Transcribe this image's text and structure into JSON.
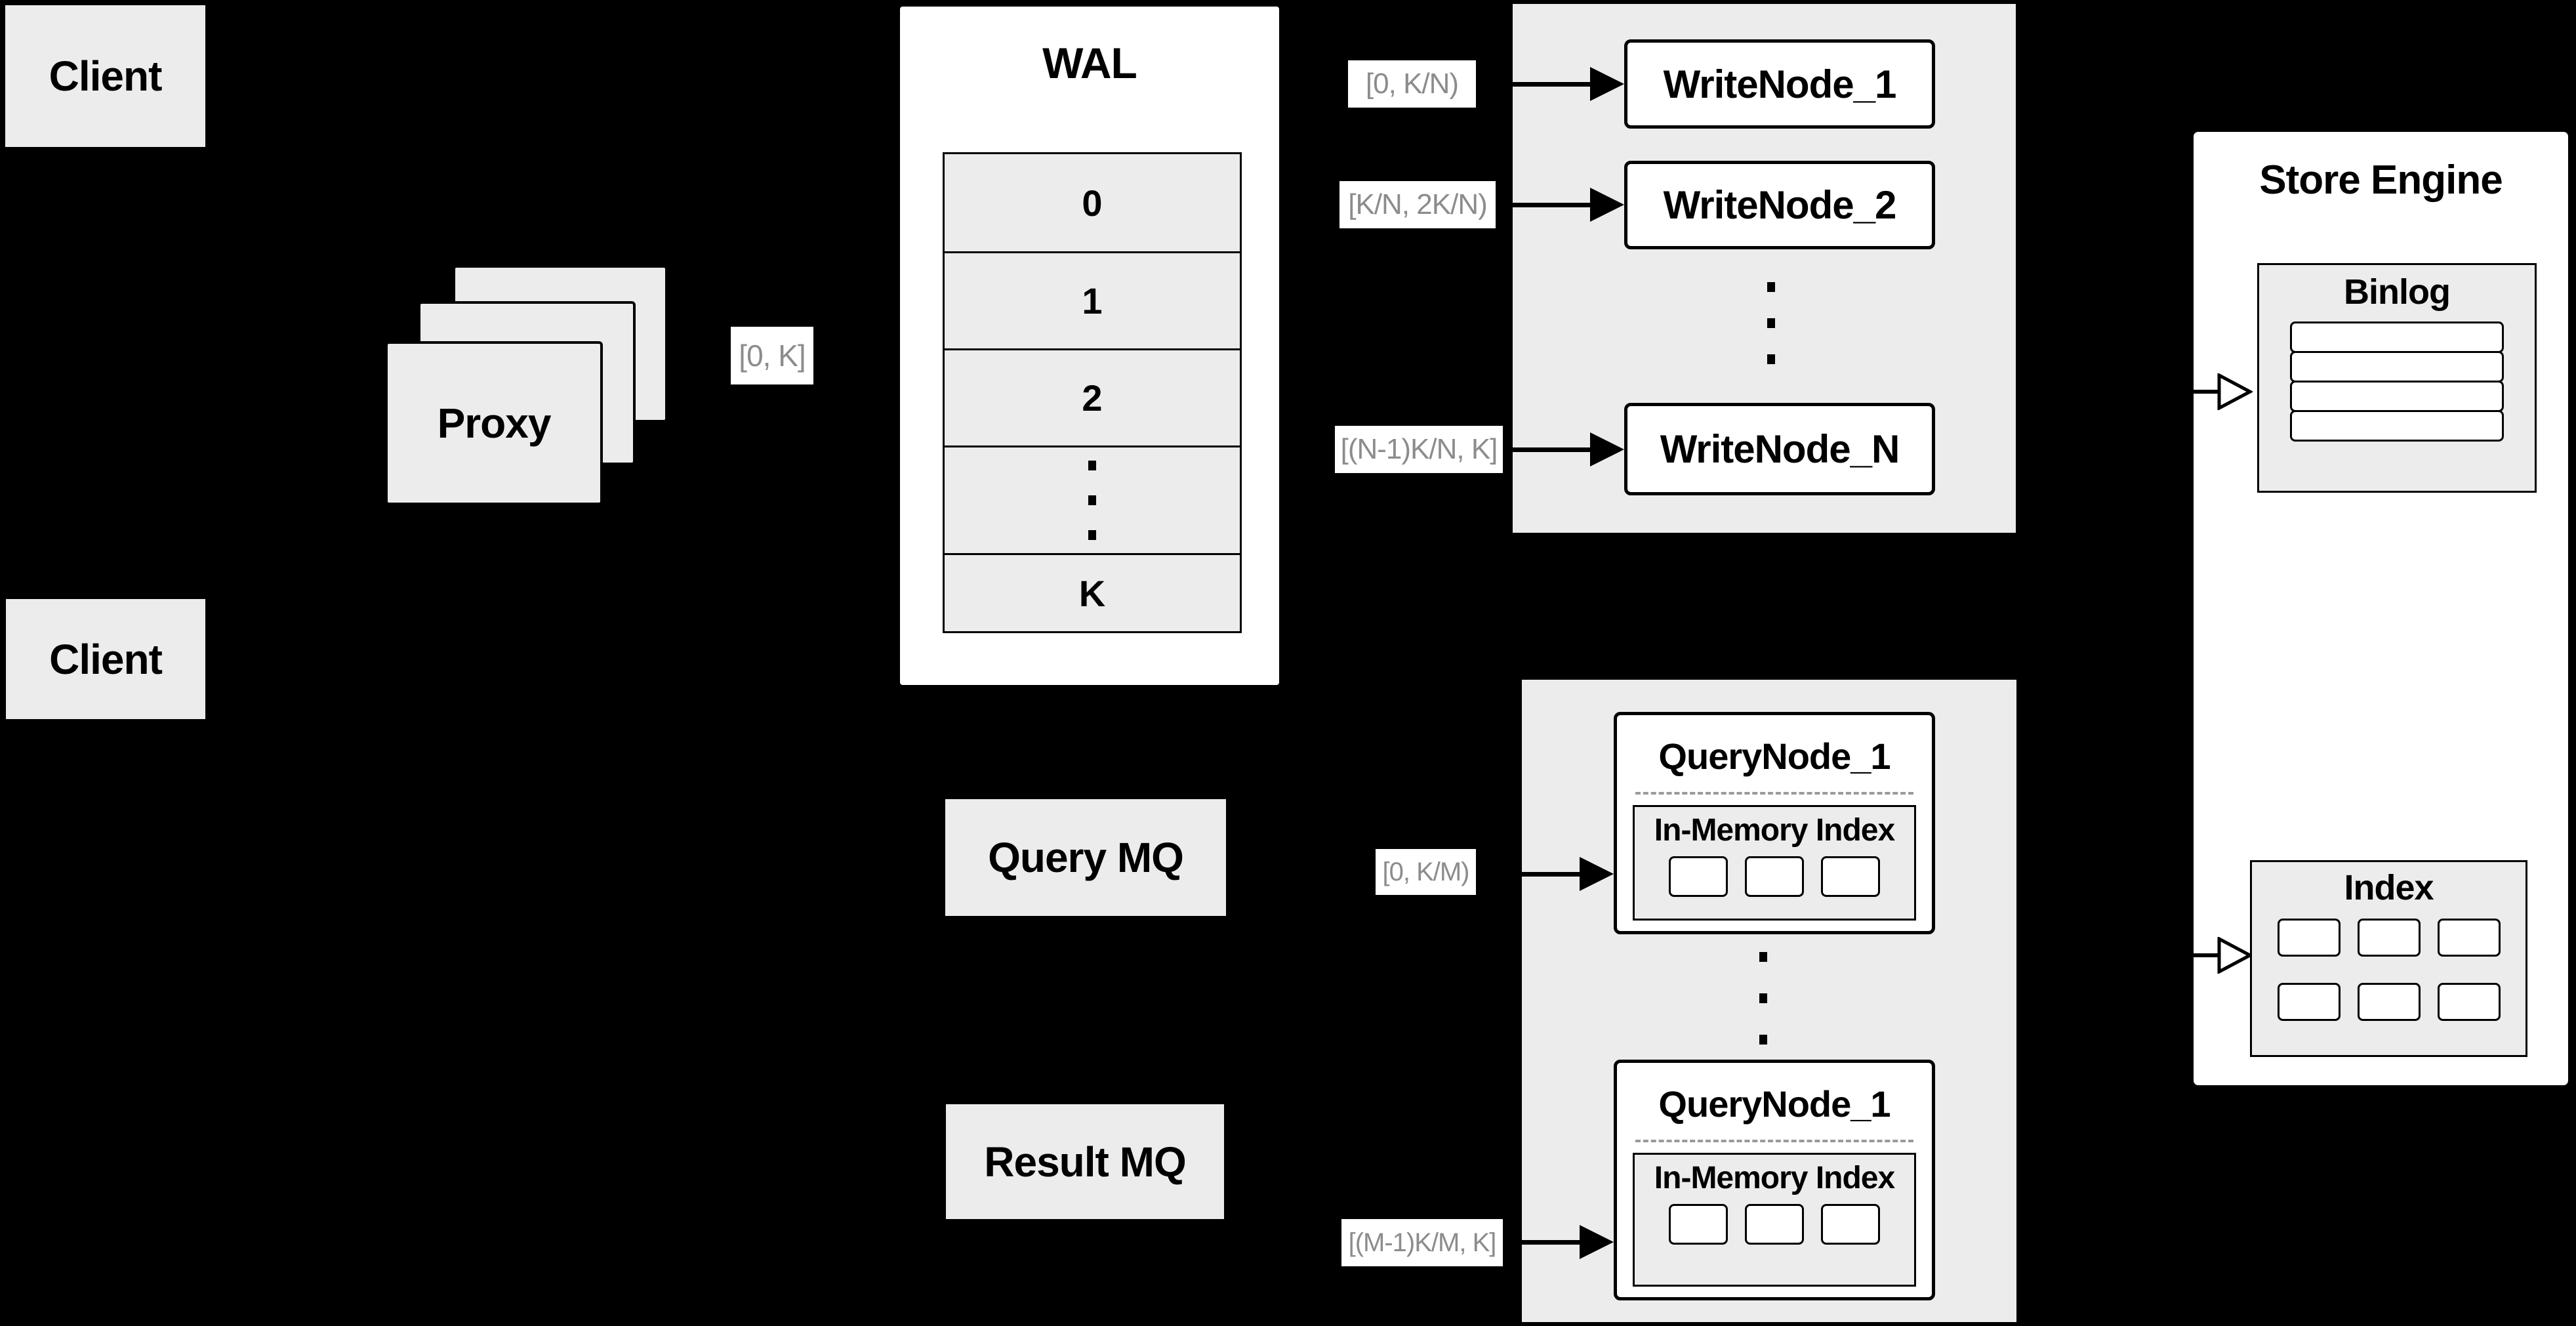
{
  "diagram": {
    "clients": [
      "Client",
      "Client"
    ],
    "proxy_label": "Proxy",
    "range_labels": {
      "proxy_to_wal": "[0, K]",
      "write_1": "[0, K/N)",
      "write_2": "[K/N, 2K/N)",
      "write_n": "[(N-1)K/N, K]",
      "query_1": "[0, K/M)",
      "query_m": "[(M-1)K/M, K]"
    },
    "wal": {
      "title": "WAL",
      "rows": [
        "0",
        "1",
        "2",
        "K"
      ]
    },
    "write_nodes": [
      "WriteNode_1",
      "WriteNode_2",
      "WriteNode_N"
    ],
    "mq": {
      "query": "Query MQ",
      "result": "Result MQ"
    },
    "query_nodes": [
      {
        "title": "QueryNode_1",
        "memory_index": "In-Memory Index"
      },
      {
        "title": "QueryNode_1",
        "memory_index": "In-Memory Index"
      }
    ],
    "store_engine": {
      "title": "Store Engine",
      "binlog": "Binlog",
      "index": "Index"
    },
    "colors": {
      "background": "#000000",
      "panel_gray": "#ececec",
      "node_white": "#ffffff",
      "border_black": "#000000",
      "label_text_gray": "#8c8c8c"
    }
  }
}
